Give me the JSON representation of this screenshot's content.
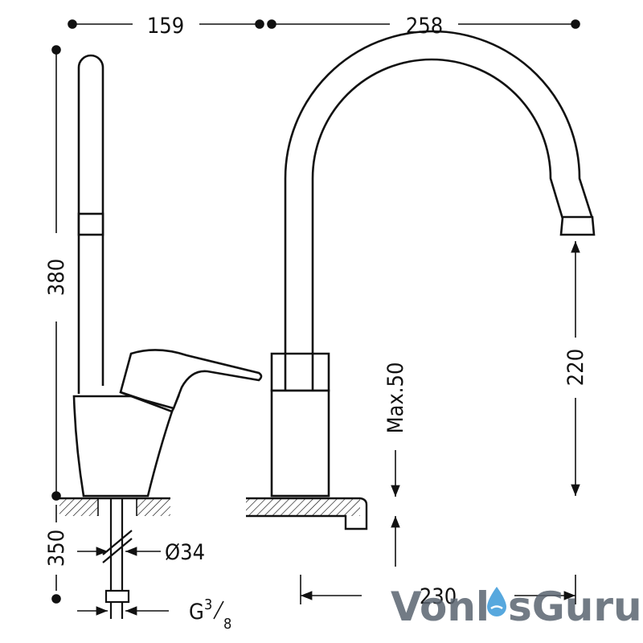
{
  "dimensions": {
    "top_left_width": "159",
    "top_right_width": "258",
    "total_height": "380",
    "spout_height": "220",
    "max_deck_thickness": "Max.50",
    "hose_length": "350",
    "hole_diameter": "Ø34",
    "connection_thread": "G",
    "connection_thread_num": "3",
    "connection_thread_den": "8",
    "base_depth": "230"
  },
  "watermark": {
    "text_left": "Vonl",
    "text_right": "sGuru",
    "drop_color": "#3a9ad9",
    "text_color": "#5a6470"
  }
}
